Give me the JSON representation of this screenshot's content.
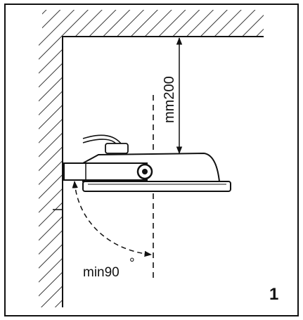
{
  "labels": {
    "clearance": "mm200",
    "angle": "min90",
    "degree_mark": "°",
    "figure_number": "1"
  }
}
